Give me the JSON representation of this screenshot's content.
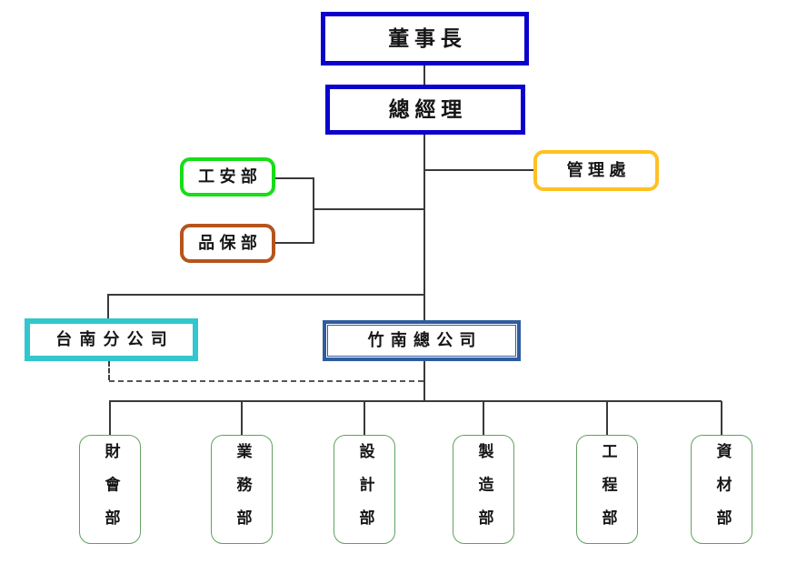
{
  "diagram": {
    "type": "organization-chart",
    "nodes": {
      "chairman": {
        "label": "董事長"
      },
      "general_manager": {
        "label": "總經理"
      },
      "safety_dept": {
        "label": "工安部"
      },
      "quality_assurance_dept": {
        "label": "品保部"
      },
      "management_office": {
        "label": "管理處"
      },
      "tainan_branch": {
        "label": "台南分公司"
      },
      "zhunan_headquarters": {
        "label": "竹南總公司"
      }
    },
    "departments": [
      {
        "label": "財會部"
      },
      {
        "label": "業務部"
      },
      {
        "label": "設計部"
      },
      {
        "label": "製造部"
      },
      {
        "label": "工程部"
      },
      {
        "label": "資材部"
      }
    ],
    "colors": {
      "chairman_border": "#0B00CC",
      "general_manager_border": "#0B00CC",
      "safety_dept_border": "#18DD18",
      "quality_assurance_border": "#B5541C",
      "management_office_border": "#FFC022",
      "tainan_branch_border": "#31C7CE",
      "zhunan_headquarters_border": "#2F5C9F",
      "department_border": "#62A162",
      "connector_line": "#3A3A3A",
      "background": "#FFFFFF"
    }
  }
}
